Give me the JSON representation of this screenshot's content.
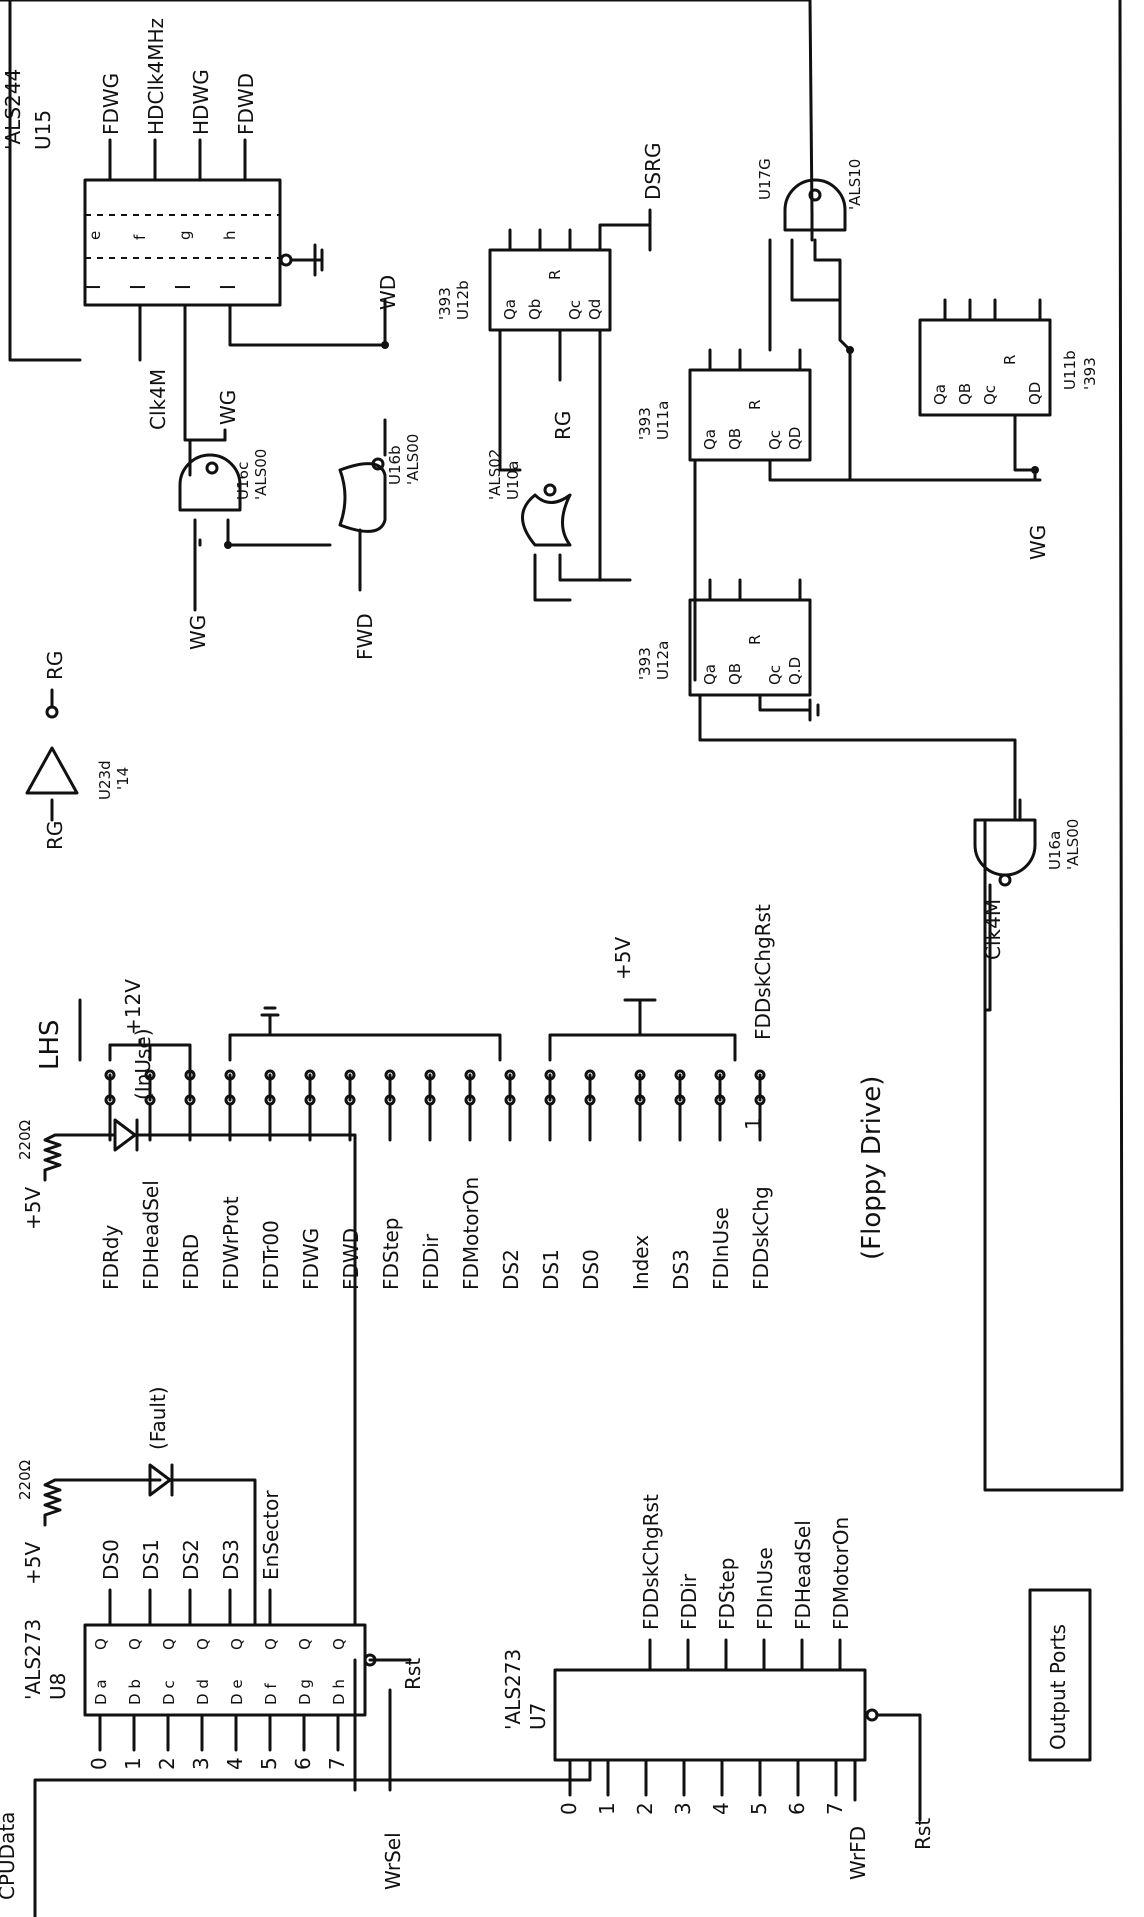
{
  "u15": {
    "part": "'ALS244",
    "ref": "U15",
    "in_labels": [
      "I",
      "I",
      "I",
      "I"
    ],
    "out_letters": [
      "e",
      "f",
      "g",
      "h"
    ],
    "outputs": [
      "FDWG",
      "HDClk4MHz",
      "HDWG",
      "FDWD"
    ],
    "input_clk": "Clk4M",
    "input_wd": "WD"
  },
  "u16c": {
    "ref": "U16c",
    "part": "'ALS00",
    "out": "WG",
    "in": "WG"
  },
  "u16b": {
    "ref": "U16b",
    "part": "'ALS00",
    "in": "FWD"
  },
  "u23d": {
    "ref": "U23d",
    "part": "'14",
    "in": "RG",
    "out": "RG"
  },
  "u12b": {
    "ref": "U12b",
    "part": "'393",
    "pins": [
      "Qa",
      "Qb",
      "R",
      "Qc",
      "Qd"
    ],
    "out": "DSRG",
    "rg": "RG"
  },
  "u11a": {
    "ref": "U11a",
    "part": "'393",
    "pins": [
      "Qa",
      "QB",
      "R",
      "Qc",
      "QD"
    ]
  },
  "u11b": {
    "ref": "U11b",
    "part": "'393",
    "pins": [
      "Qa",
      "QB",
      "Qc",
      "R",
      "QD"
    ],
    "wg": "WG"
  },
  "u17g": {
    "ref": "U17G",
    "part": "'ALS10"
  },
  "u10a": {
    "ref": "U10a",
    "part": "'ALS02"
  },
  "u12a": {
    "ref": "U12a",
    "part": "'393",
    "pins": [
      "Qa",
      "QB",
      "R",
      "Qc",
      "Q.D"
    ]
  },
  "u16a": {
    "ref": "U16a",
    "part": "'ALS00",
    "in": "Clk4M"
  },
  "connector": {
    "title": "LHS",
    "supply1": "+12V",
    "supply2": "+5V",
    "signals": [
      "FDRdy",
      "FDHeadSel",
      "FDRD",
      "FDWrProt",
      "FDTr00",
      "FDWG",
      "FDWD",
      "FDStep",
      "FDDir",
      "FDMotorOn",
      "DS2",
      "DS1",
      "DS0",
      "Index",
      "DS3",
      "FDInUse",
      "FDDskChg"
    ],
    "rst_label": "FDDskChgRst",
    "pin1": "1",
    "caption": "(Floppy Drive)"
  },
  "u8": {
    "part": "'ALS273",
    "ref": "U8",
    "d_labels": [
      "D a",
      "D b",
      "D c",
      "D d",
      "D e",
      "D f",
      "D g",
      "D h"
    ],
    "q_labels": [
      "Q",
      "Q",
      "Q",
      "Q",
      "Q",
      "Q",
      "Q",
      "Q"
    ],
    "outputs": [
      "DS0",
      "DS1",
      "DS2",
      "DS3",
      "EnSector"
    ],
    "bits": [
      "0",
      "1",
      "2",
      "3",
      "4",
      "5",
      "6",
      "7"
    ],
    "rst": "Rst",
    "clk": "WrSel",
    "bus": "CPUData"
  },
  "u7": {
    "part": "'ALS273",
    "ref": "U7",
    "outputs": [
      "FDDskChgRst",
      "FDDir",
      "FDStep",
      "FDInUse",
      "FDHeadSel",
      "FDMotorOn"
    ],
    "bits": [
      "0",
      "1",
      "2",
      "3",
      "4",
      "5",
      "6",
      "7"
    ],
    "rst": "Rst",
    "clk": "WrFD"
  },
  "leds": {
    "fault": {
      "supply": "+5V",
      "res": "220Ω",
      "label": "(Fault)"
    },
    "inuse": {
      "supply": "+5V",
      "res": "220Ω",
      "label": "(InUse)"
    }
  },
  "note": "Output Ports"
}
